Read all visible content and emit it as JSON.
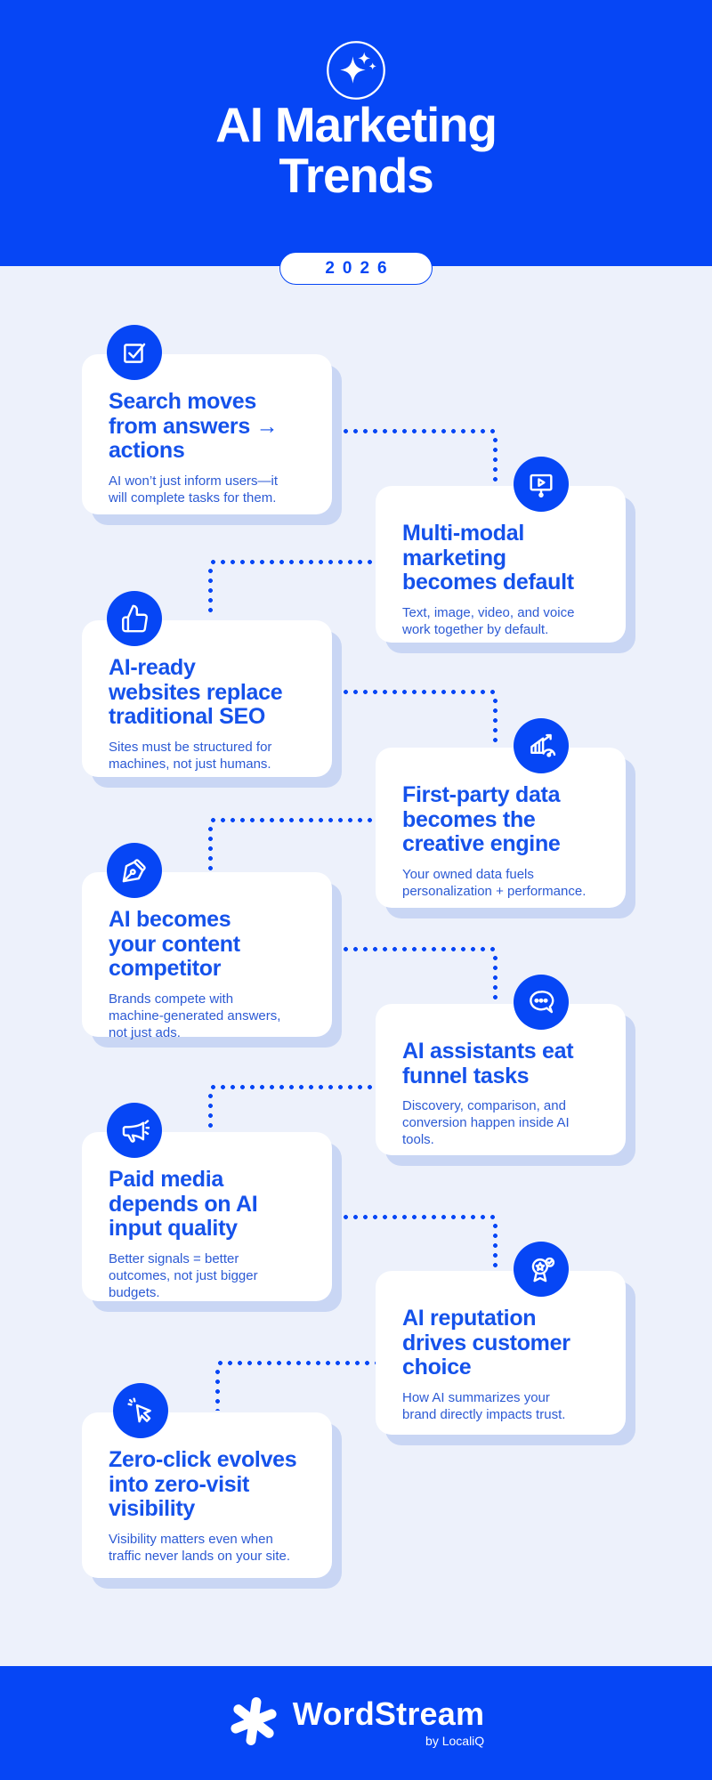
{
  "header": {
    "icon": "sparkles-icon",
    "title_lines": [
      "AI Marketing",
      "Trends"
    ],
    "title": "AI Marketing Trends",
    "year_badge": "2026"
  },
  "cards": [
    {
      "icon": "checkbox-check-icon",
      "title": "Search moves\nfrom answers →\nactions",
      "body": "AI won’t just inform users—it\nwill complete tasks for them."
    },
    {
      "icon": "presentation-play-icon",
      "title": "Multi-modal\nmarketing\nbecomes default",
      "body": "Text, image, video, and voice\nwork together by default."
    },
    {
      "icon": "thumbs-up-icon",
      "title": "AI-ready\nwebsites replace\ntraditional SEO",
      "body": "Sites must be structured for\nmachines, not just humans."
    },
    {
      "icon": "growth-chart-icon",
      "title": "First-party data\nbecomes the\ncreative engine",
      "body": "Your owned data fuels\npersonalization + performance."
    },
    {
      "icon": "pen-nib-icon",
      "title": "AI becomes\nyour content\ncompetitor",
      "body": "Brands compete with\nmachine-generated answers,\nnot just ads."
    },
    {
      "icon": "chat-bubble-icon",
      "title": "AI assistants eat\nfunnel tasks",
      "body": "Discovery, comparison, and\nconversion happen inside AI\ntools."
    },
    {
      "icon": "megaphone-icon",
      "title": "Paid media\ndepends on AI\ninput quality",
      "body": "Better signals = better\noutcomes, not just bigger\nbudgets."
    },
    {
      "icon": "award-badge-icon",
      "title": "AI reputation\ndrives customer\nchoice",
      "body": "How AI summarizes your\nbrand directly impacts trust."
    },
    {
      "icon": "cursor-click-icon",
      "title": "Zero-click evolves\ninto zero-visit\nvisibility",
      "body": "Visibility matters even when\ntraffic never lands on your site."
    }
  ],
  "footer": {
    "logo_icon": "asterisk-logo-icon",
    "brand": "WordStream",
    "byline": "by LocaliQ"
  },
  "colors": {
    "accent_blue": "#0646f5",
    "card_title_blue": "#1552eb",
    "card_body_blue": "#2c5ad4",
    "page_background": "#edf1fb",
    "card_shadow": "#c9d6f4",
    "card_background": "#ffffff",
    "text_on_blue": "#ffffff"
  }
}
